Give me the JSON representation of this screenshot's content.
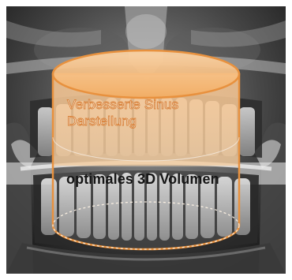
{
  "image": {
    "subject": "panoramic-dental-x-ray",
    "overlay_color": "#f1a352",
    "overlay_stroke": "#e89442"
  },
  "labels": {
    "upper_line1": "Verbesserte Sinus",
    "upper_line2": "Darstellung",
    "lower": "optimales 3D Volumen"
  }
}
